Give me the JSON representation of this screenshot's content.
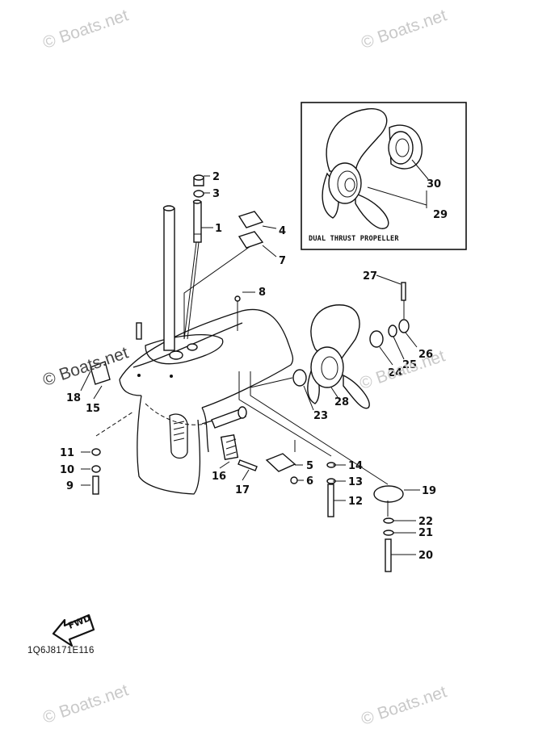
{
  "watermark": "© Boats.net",
  "inset_caption": "DUAL THRUST PROPELLER",
  "fwd_marker": "FWD",
  "drawing_code": "1Q6J8171E116",
  "callouts": [
    "1",
    "2",
    "3",
    "4",
    "5",
    "6",
    "7",
    "8",
    "9",
    "10",
    "11",
    "12",
    "13",
    "14",
    "15",
    "16",
    "17",
    "18",
    "19",
    "20",
    "21",
    "22",
    "23",
    "24",
    "25",
    "26",
    "27",
    "28",
    "29",
    "30"
  ]
}
